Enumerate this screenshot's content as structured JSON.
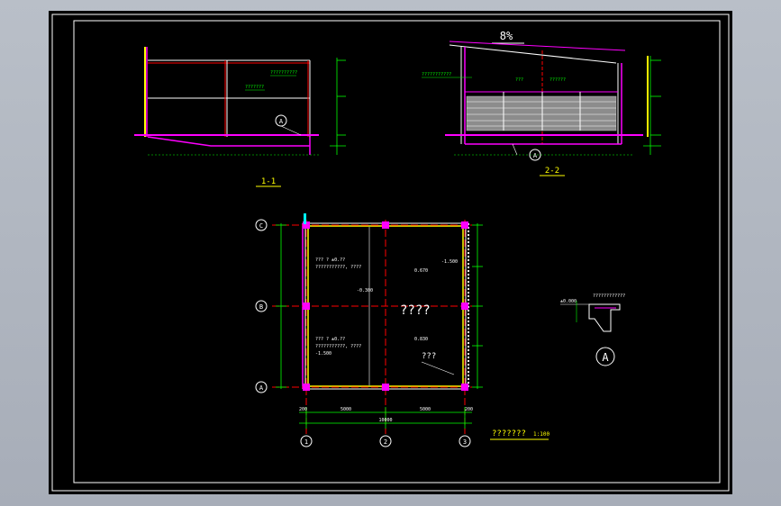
{
  "drawing": {
    "slope_label": "8%",
    "section_1_title": "1-1",
    "section_2_title": "2-2",
    "sec1_note_a": "??????????",
    "sec1_note_b": "???????",
    "sec2_note_a": "???????????",
    "sec2_note_b": "???",
    "sec2_note_c": "??????",
    "detail_ref": "A",
    "plan_center_label": "????",
    "plan_room_note_1": "??? ? ±0.?? ",
    "plan_room_note_1b": "???????????, ????",
    "plan_room_note_2": "??? ? ±0.??",
    "plan_room_note_2b": "???????????, ????",
    "plan_elev_1": "-1.500",
    "plan_elev_2": "0.670",
    "plan_elev_3": "-0.300",
    "plan_elev_4": "-1.500",
    "plan_elev_5": "0.830",
    "plan_door_note": "???",
    "plan_dim_total": "10000",
    "plan_dim_1": "5000",
    "plan_dim_2": "5000",
    "plan_dim_edge": "200",
    "plan_title": "???????",
    "plan_scale": "1:100",
    "axis_c": "C",
    "axis_b": "B",
    "axis_a": "A",
    "axis_1": "1",
    "axis_2": "2",
    "axis_3": "3",
    "detail_elev": "±0.000",
    "detail_note": "????????????",
    "detail_title": "A"
  },
  "colors": {
    "background": "#000000",
    "frame": "#ffffff",
    "line_red": "#ff0000",
    "line_magenta": "#ff00ff",
    "line_green": "#00ff00",
    "line_yellow": "#ffff00",
    "line_cyan": "#00ffff"
  }
}
